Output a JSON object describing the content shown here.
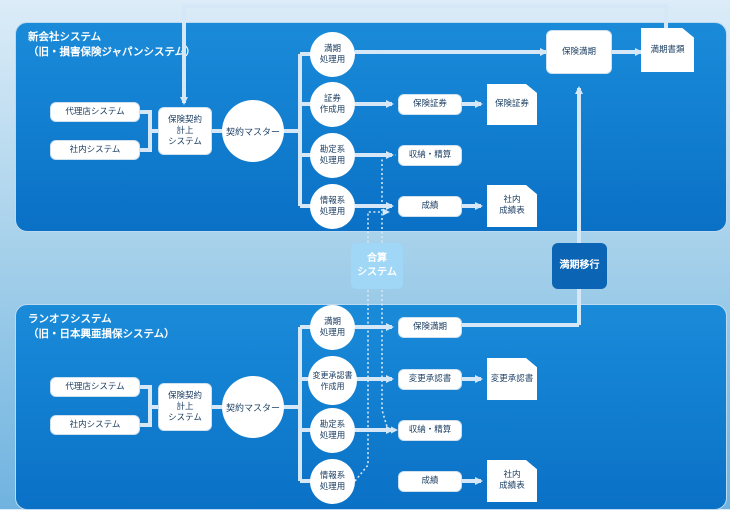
{
  "top": {
    "title_line1": "新会社システム",
    "title_line2": "（旧・損害保険ジャパンシステム）",
    "agency": "代理店システム",
    "internal": "社内システム",
    "contract_calc": "保険契約\n計上\nシステム",
    "master": "契約マスター",
    "maturity_proc": "満期\n処理用",
    "certificate_create": "証券\n作成用",
    "accounting_proc": "勘定系\n処理用",
    "info_proc": "情報系\n処理用",
    "maturity": "保険満期",
    "maturity_docs": "満期書類",
    "policy": "保険証券",
    "policy_doc": "保険証券",
    "collection": "収納・精算",
    "results": "成績",
    "results_table": "社内\n成績表"
  },
  "bottom": {
    "title_line1": "ランオフシステム",
    "title_line2": "（旧・日本興亜損保システム）",
    "agency": "代理店システム",
    "internal": "社内システム",
    "contract_calc": "保険契約\n計上\nシステム",
    "master": "契約マスター",
    "maturity_proc": "満期\n処理用",
    "endorsement_create": "変更承認書\n作成用",
    "accounting_proc": "勘定系\n処理用",
    "info_proc": "情報系\n処理用",
    "maturity": "保険満期",
    "endorsement": "変更承認書",
    "endorsement_doc": "変更承認書",
    "collection": "収納・精算",
    "results": "成績",
    "results_table": "社内\n成績表"
  },
  "combined": "合算\nシステム",
  "migration": "満期移行",
  "colors": {
    "panel": "#0e78cc",
    "connector": "#cfe3f5",
    "combined_badge": "#9fd6f6",
    "migration_badge": "#0b64b4"
  }
}
